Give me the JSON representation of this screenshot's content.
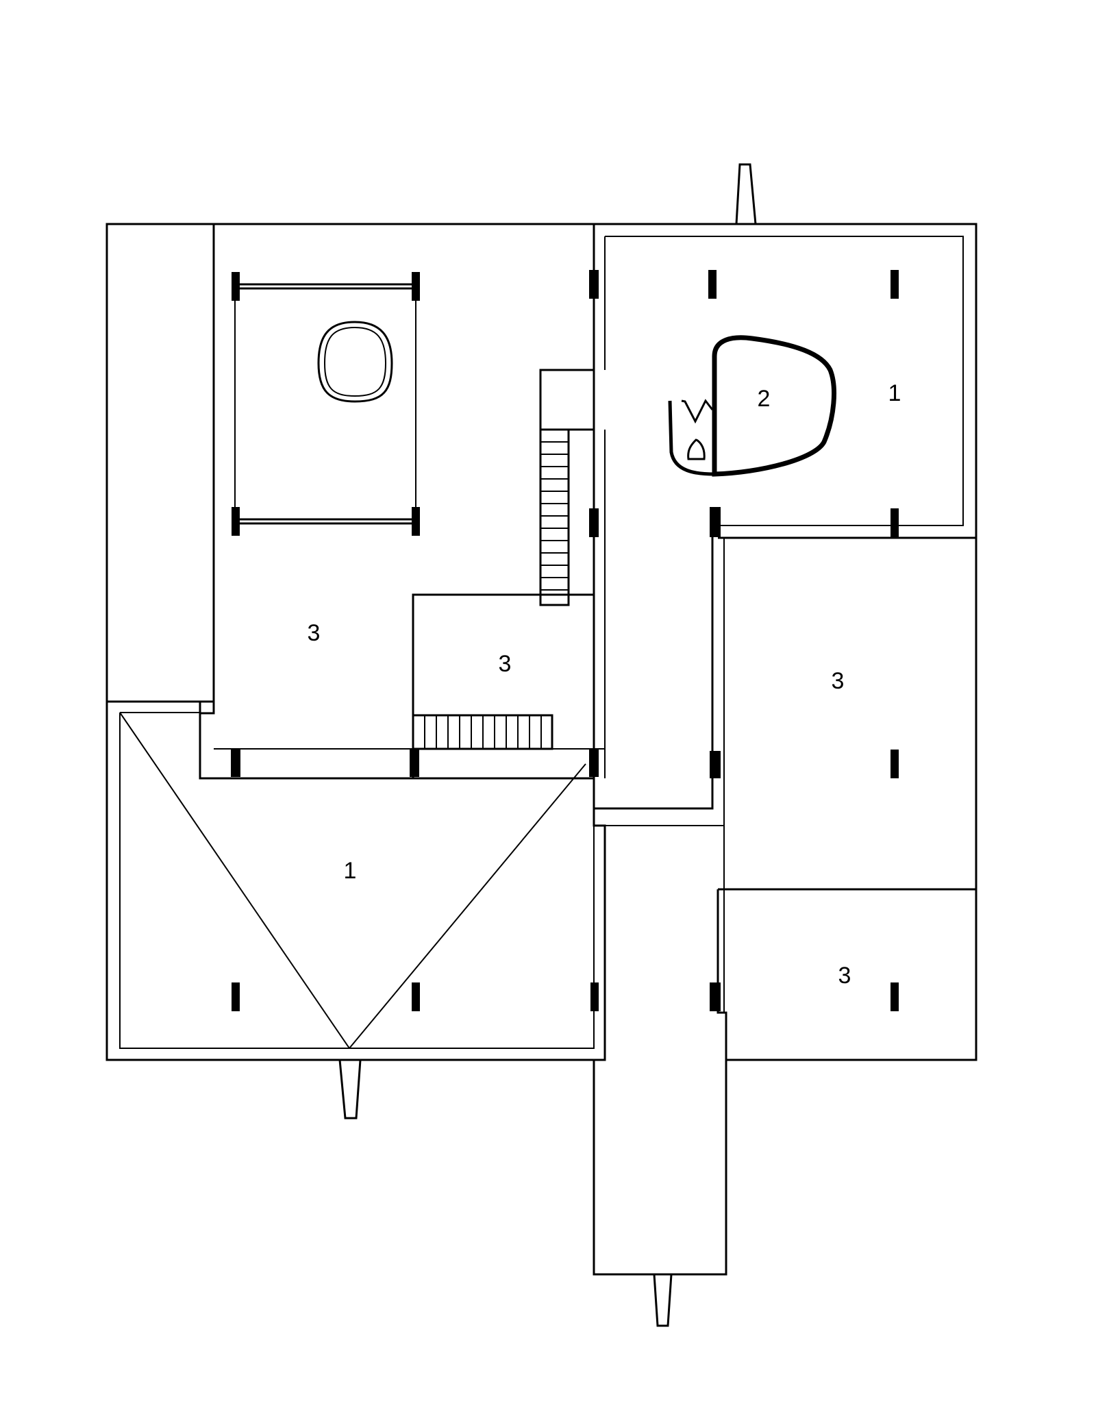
{
  "room_labels": [
    "3",
    "3",
    "1",
    "2",
    "1",
    "3",
    "3"
  ]
}
